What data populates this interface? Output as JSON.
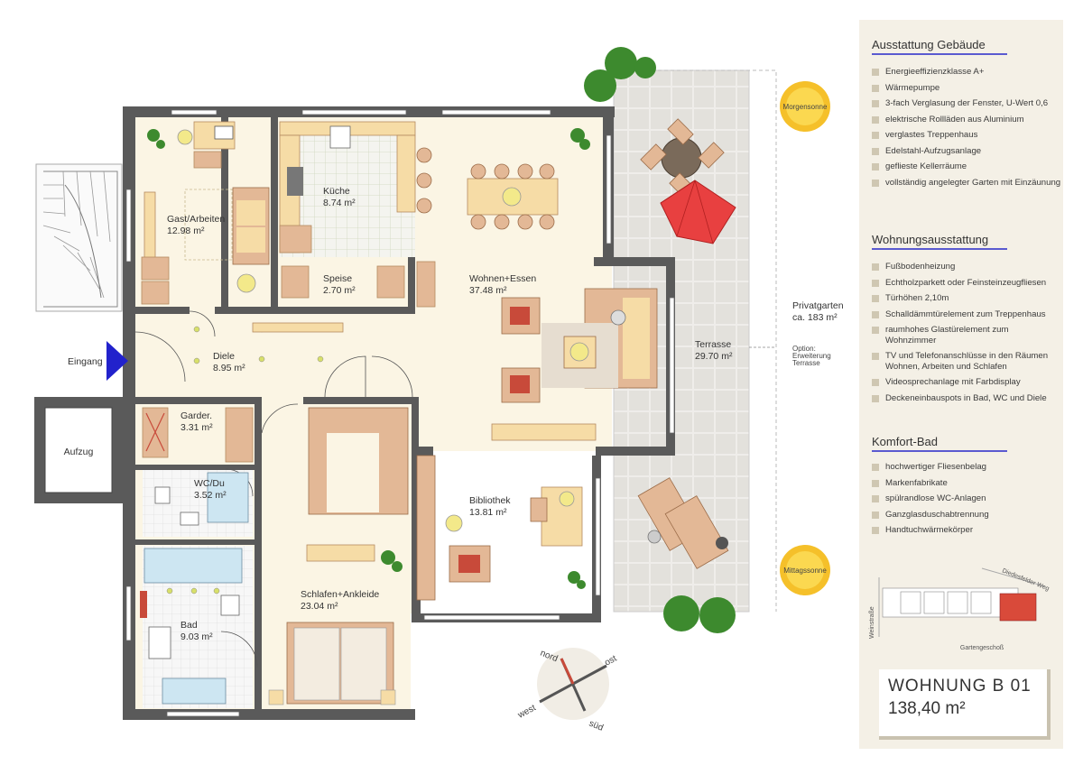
{
  "rooms": {
    "gast": {
      "name": "Gast/Arbeiten",
      "area": "12.98 m²"
    },
    "kueche": {
      "name": "Küche",
      "area": "8.74 m²"
    },
    "speise": {
      "name": "Speise",
      "area": "2.70 m²"
    },
    "wohnen": {
      "name": "Wohnen+Essen",
      "area": "37.48 m²"
    },
    "diele": {
      "name": "Diele",
      "area": "8.95 m²"
    },
    "garder": {
      "name": "Garder.",
      "area": "3.31 m²"
    },
    "wc": {
      "name": "WC/Du",
      "area": "3.52 m²"
    },
    "bad": {
      "name": "Bad",
      "area": "9.03 m²"
    },
    "schlafen": {
      "name": "Schlafen+Ankleide",
      "area": "23.04 m²"
    },
    "bibliothek": {
      "name": "Bibliothek",
      "area": "13.81 m²"
    },
    "terrasse": {
      "name": "Terrasse",
      "area": "29.70 m²"
    },
    "privatgarten": {
      "name": "Privatgarten",
      "area": "ca. 183 m²"
    }
  },
  "labels": {
    "eingang": "Eingang",
    "aufzug": "Aufzug",
    "option": [
      "Option:",
      "Erweiterung",
      "Terrasse"
    ],
    "morgensonne": "Morgensonne",
    "mittagssonne": "Mittagssonne"
  },
  "compass": {
    "nord": "nord",
    "ost": "ost",
    "west": "west",
    "sued": "süd"
  },
  "locator": {
    "street1": "Weinstraße",
    "street2": "Diedesfelder Weg",
    "floor": "Gartengeschoß"
  },
  "sections": [
    {
      "title": "Ausstattung Gebäude",
      "items": [
        "Energieeffizienzklasse A+",
        "Wärmepumpe",
        "3-fach Verglasung der Fenster, U-Wert 0,6",
        "elektrische Rollläden aus Aluminium",
        "verglastes Treppenhaus",
        "Edelstahl-Aufzugsanlage",
        "geflieste Kellerräume",
        "vollständig angelegter Garten mit Einzäunung"
      ]
    },
    {
      "title": "Wohnungsausstattung",
      "items": [
        "Fußbodenheizung",
        "Echtholzparkett oder Feinsteinzeugfliesen",
        "Türhöhen 2,10m",
        "Schalldämmtürelement zum Treppenhaus",
        "raumhohes Glastürelement zum Wohnzimmer",
        "TV und Telefonanschlüsse in den Räumen Wohnen, Arbeiten und Schlafen",
        "Videosprechanlage mit Farbdisplay",
        "Deckeneinbauspots in Bad, WC und Diele"
      ]
    },
    {
      "title": "Komfort-Bad",
      "items": [
        "hochwertiger Fliesenbelag",
        "Markenfabrikate",
        "spülrandlose WC-Anlagen",
        "Ganzglasduschabtrennung",
        "Handtuchwärmekörper"
      ]
    }
  ],
  "unit": {
    "name": "WOHNUNG  B 01",
    "area": "138,40 m²"
  },
  "colors": {
    "wall": "#5a5a5a",
    "floor": "#fbf5e4",
    "furniture": "#e3b896",
    "table": "#f6dca6",
    "tile": "#e8e4d8",
    "accent": "#2222cc",
    "sun": "#f0b400",
    "umbrella": "#e84040",
    "tree": "#3d8a2e"
  }
}
